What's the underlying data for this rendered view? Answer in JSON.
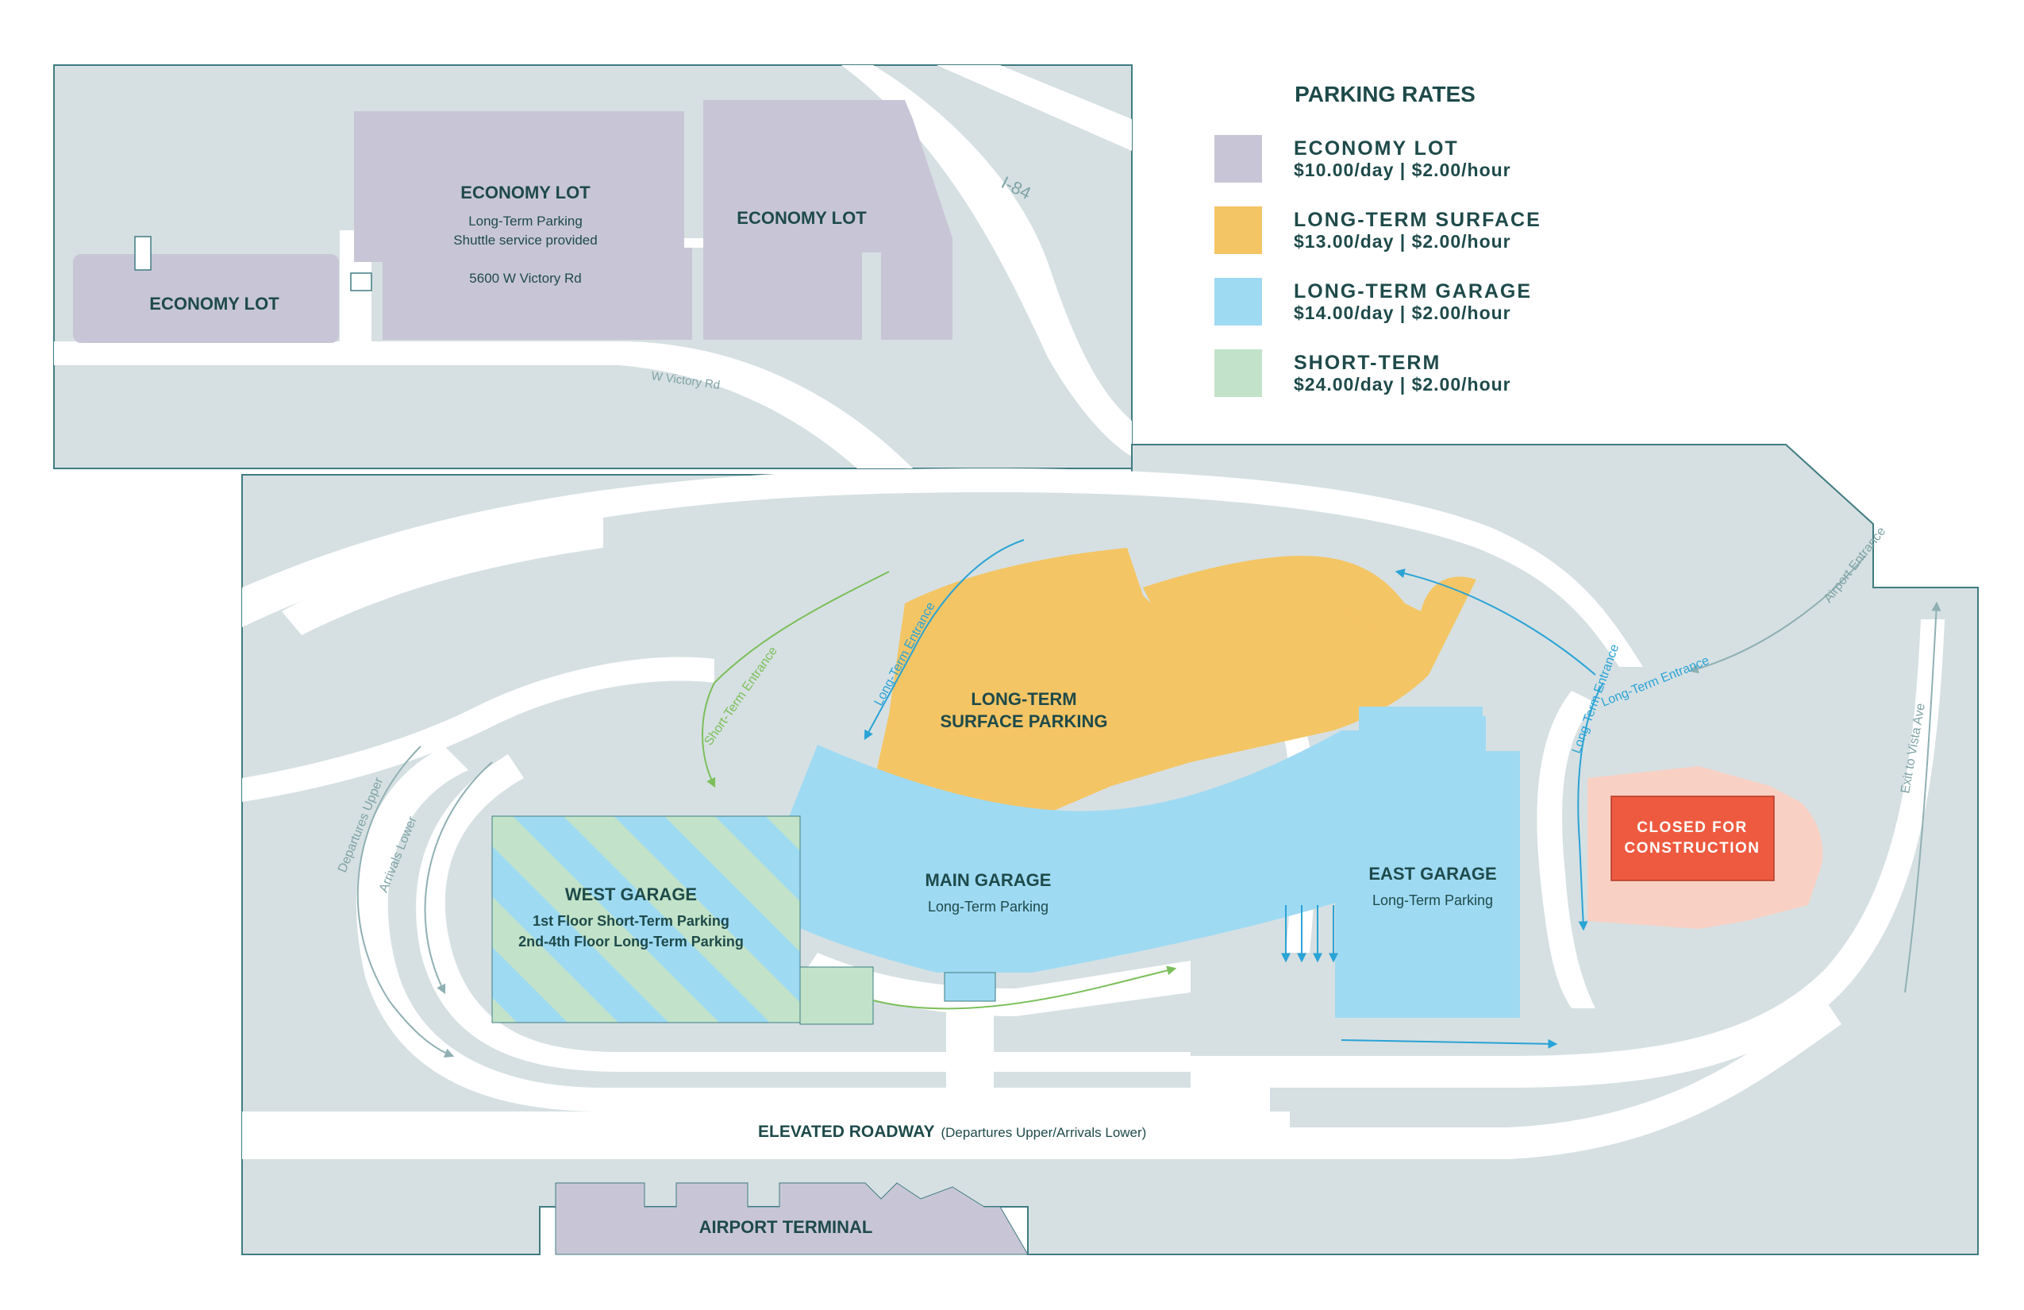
{
  "colors": {
    "ground": "#d6e0e2",
    "road": "#ffffff",
    "border": "#3f7c82",
    "economy": "#c8c6d6",
    "surface": "#f4c565",
    "garage": "#9fdaf3",
    "short_term": "#c2e3c9",
    "closed_area": "#f9d0c4",
    "closed_badge": "#ee5a40",
    "text": "#1e4a4a",
    "arrow_cyan": "#2aa3d6",
    "arrow_green": "#7bbf5a"
  },
  "legend": {
    "title": "PARKING RATES",
    "items": [
      {
        "name": "ECONOMY LOT",
        "rate": "$10.00/day | $2.00/hour",
        "swatch": "#c8c6d6"
      },
      {
        "name": "LONG-TERM SURFACE",
        "rate": "$13.00/day | $2.00/hour",
        "swatch": "#f4c565"
      },
      {
        "name": "LONG-TERM GARAGE",
        "rate": "$14.00/day | $2.00/hour",
        "swatch": "#9fdaf3"
      },
      {
        "name": "SHORT-TERM",
        "rate": "$24.00/day | $2.00/hour",
        "swatch": "#c2e3c9"
      }
    ]
  },
  "economy_inset": {
    "lot_west": "ECONOMY LOT",
    "lot_center": {
      "title": "ECONOMY LOT",
      "line1": "Long-Term Parking",
      "line2": "Shuttle service provided",
      "address": "5600 W Victory Rd"
    },
    "lot_east": "ECONOMY LOT",
    "road_victory": "W Victory Rd",
    "road_i84": "I-84"
  },
  "facilities": {
    "surface": {
      "line1": "LONG-TERM",
      "line2": "SURFACE PARKING"
    },
    "west_garage": {
      "title": "WEST GARAGE",
      "line1": "1st Floor Short-Term Parking",
      "line2": "2nd-4th Floor Long-Term Parking"
    },
    "main_garage": {
      "title": "MAIN GARAGE",
      "sub": "Long-Term Parking"
    },
    "east_garage": {
      "title": "EAST GARAGE",
      "sub": "Long-Term Parking"
    },
    "closed": {
      "line1": "CLOSED FOR",
      "line2": "CONSTRUCTION"
    },
    "terminal": "AIRPORT TERMINAL",
    "elevated": {
      "title": "ELEVATED ROADWAY",
      "sub": "(Departures Upper/Arrivals Lower)"
    }
  },
  "road_labels": {
    "departures_upper": "Departures Upper",
    "arrivals_lower": "Arrivals Lower",
    "short_term_entrance": "Short-Term Entrance",
    "long_term_entrance_1": "Long-Term Entrance",
    "long_term_entrance_2": "Long-Term Entrance",
    "long_term_entrance_3": "Long-Term Entrance",
    "airport_entrance": "Airport Entrance",
    "exit_vista": "Exit to Vista Ave"
  }
}
